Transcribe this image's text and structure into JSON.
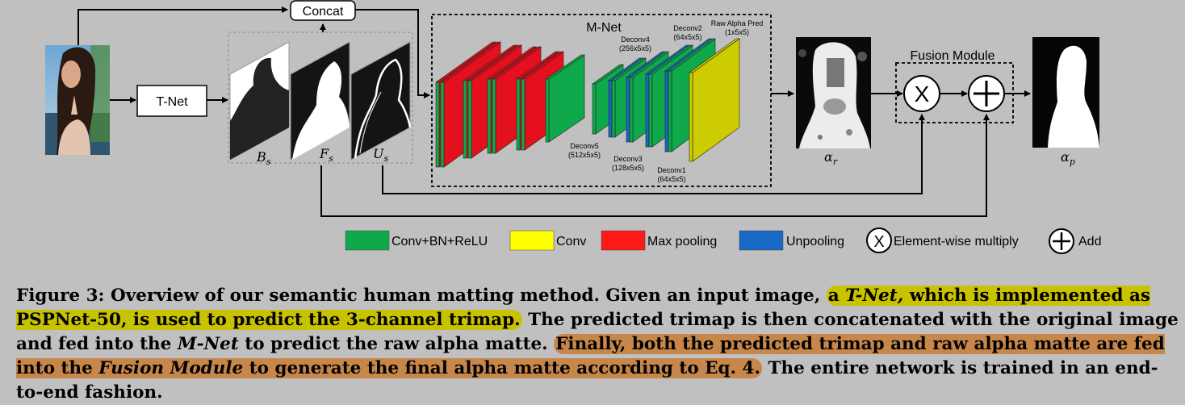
{
  "figure": {
    "concat_label": "Concat",
    "tnet_label": "T-Net",
    "mnet_title": "M-Net",
    "fusion_title": "Fusion Module",
    "multiply_symbol": "X",
    "add_symbol": "+",
    "trimap_labels": [
      "B",
      "F",
      "U"
    ],
    "trimap_subscript": "s",
    "alpha_symbol": "α",
    "alpha_r_sub": "r",
    "alpha_p_sub": "p",
    "deconv_labels": [
      {
        "name": "Deconv5",
        "size": "(512x5x5)"
      },
      {
        "name": "Deconv4",
        "size": "(256x5x5)"
      },
      {
        "name": "Deconv3",
        "size": "(128x5x5)"
      },
      {
        "name": "Deconv2",
        "size": "(64x5x5)"
      },
      {
        "name": "Deconv1",
        "size": "(64x5x5)"
      },
      {
        "name": "Raw Alpha Pred",
        "size": "(1x5x5)"
      }
    ],
    "colors": {
      "conv_bn_relu": "#0fa94b",
      "conv": "#cccc00",
      "max_pooling": "#e5101d",
      "unpooling": "#1769c4"
    }
  },
  "legend": [
    {
      "label": "Conv+BN+ReLU",
      "color": "#0fa94b"
    },
    {
      "label": "Conv",
      "color": "#ffff00"
    },
    {
      "label": "Max pooling",
      "color": "#ff1a1a"
    },
    {
      "label": "Unpooling",
      "color": "#1769c4"
    },
    {
      "label": "Element-wise multiply",
      "symbol": "X"
    },
    {
      "label": "Add",
      "symbol": "+"
    }
  ],
  "caption": {
    "prefix": "Figure 3: Overview of our semantic human matting method. Given an input image, ",
    "hl1_a": "a ",
    "hl1_tnet": "T-Net,",
    "hl1_b": " which is implemented as PSPNet-50, is used to predict the 3-channel trimap.",
    "mid_a": " The predicted trimap is then concatenated with the original image and fed into the ",
    "mid_mnet": "M-Net",
    "mid_b": " to predict the raw alpha matte. ",
    "hl2_a": "Finally, both the predicted trimap and raw alpha matte are fed into the ",
    "hl2_fusion": "Fusion Module",
    "hl2_b": " to generate the final alpha matte according to Eq. 4.",
    "suffix": " The entire network is trained in an end-to-end fashion."
  }
}
